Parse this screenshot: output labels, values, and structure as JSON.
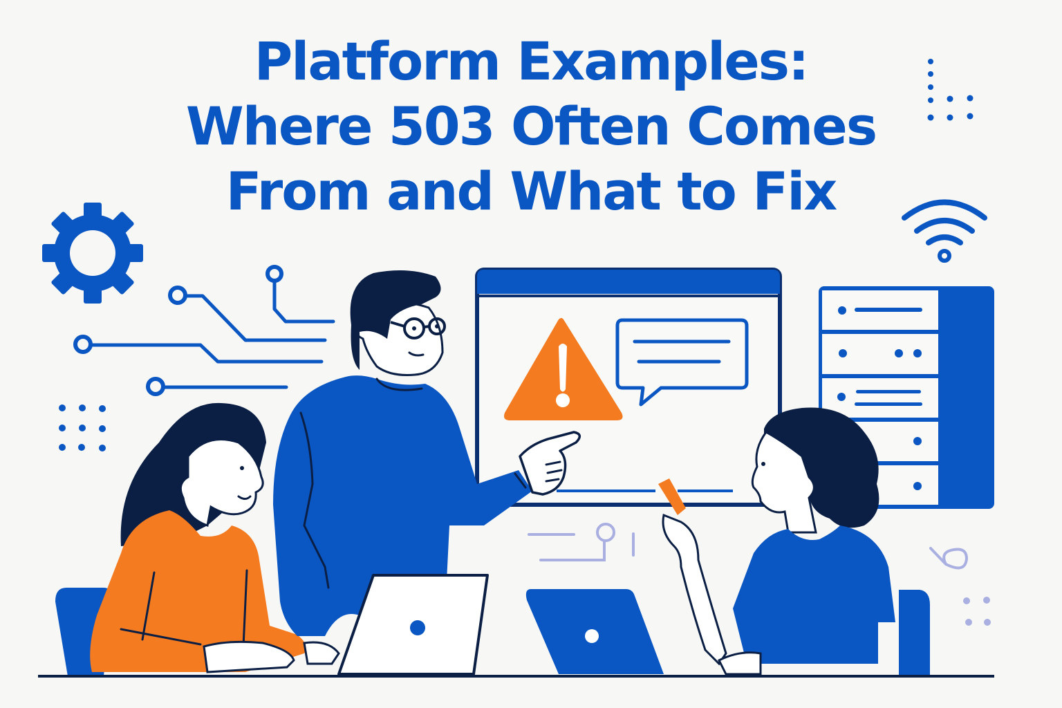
{
  "title": {
    "line1": "Platform Examples:",
    "line2": "Where 503 Often Comes",
    "line3": "From and What to Fix"
  },
  "illustration": {
    "alert_symbol": "!",
    "colors": {
      "primary_blue": "#0a56c2",
      "navy": "#0b1f45",
      "orange": "#f47b20",
      "lavender": "#a9afe0",
      "background": "#f7f7f6"
    },
    "icons": [
      "gear-icon",
      "circuit-lines-icon",
      "wifi-icon",
      "warning-triangle-icon",
      "speech-bubble-icon",
      "server-rack-icon",
      "laptop-icon",
      "dot-grid-icon"
    ]
  }
}
